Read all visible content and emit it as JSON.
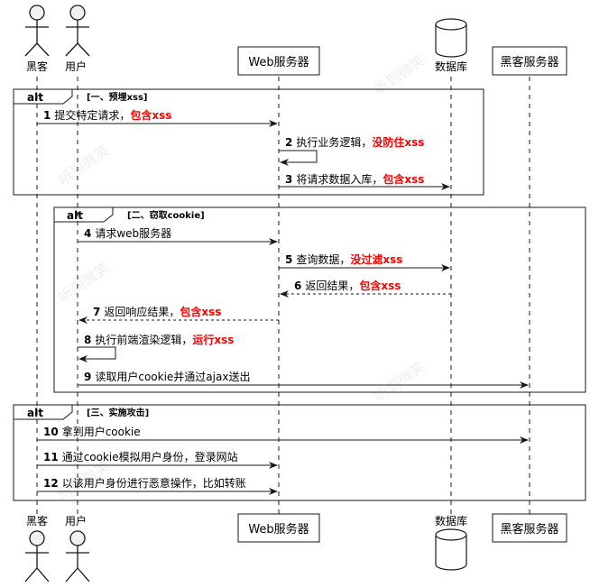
{
  "participants": {
    "hacker": "黑客",
    "user": "用户",
    "web": "Web服务器",
    "db": "数据库",
    "hacker_server": "黑客服务器"
  },
  "watermark": "听到微笑",
  "fragments": [
    {
      "op": "alt",
      "guard": "[一、预埋xss]"
    },
    {
      "op": "alt",
      "guard": "[二、窃取cookie]"
    },
    {
      "op": "alt",
      "guard": "[三、实施攻击]"
    }
  ],
  "messages": [
    {
      "num": "1",
      "text": "提交特定请求，",
      "hl": "包含xss"
    },
    {
      "num": "2",
      "text": "执行业务逻辑，",
      "hl": "没防住xss"
    },
    {
      "num": "3",
      "text": "将请求数据入库，",
      "hl": "包含xss"
    },
    {
      "num": "4",
      "text": "请求web服务器",
      "hl": ""
    },
    {
      "num": "5",
      "text": "查询数据，",
      "hl": "没过滤xss"
    },
    {
      "num": "6",
      "text": "返回结果，",
      "hl": "包含xss"
    },
    {
      "num": "7",
      "text": "返回响应结果，",
      "hl": "包含xss"
    },
    {
      "num": "8",
      "text": "执行前端渲染逻辑，",
      "hl": "运行xss"
    },
    {
      "num": "9",
      "text": "读取用户cookie并通过ajax送出",
      "hl": ""
    },
    {
      "num": "10",
      "text": "拿到用户cookie",
      "hl": ""
    },
    {
      "num": "11",
      "text": "通过cookie模拟用户身份，登录网站",
      "hl": ""
    },
    {
      "num": "12",
      "text": "以该用户身份进行恶意操作，比如转账",
      "hl": ""
    }
  ],
  "colors": {
    "highlight": "#ff0000",
    "line": "#181818"
  }
}
